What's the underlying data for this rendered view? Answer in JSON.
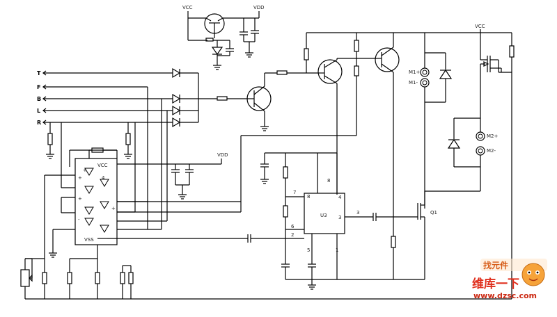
{
  "inputs": [
    "T",
    "F",
    "B",
    "L",
    "R"
  ],
  "supply": {
    "vcc_reg": "VCC",
    "vdd_out": "VDD",
    "vdd_reg": "VDD",
    "vcc_right": "VCC",
    "vcc_ic": "VCC",
    "vss_ic": "VSS"
  },
  "motors": {
    "m1_plus": "M1+",
    "m1_minus": "M1-",
    "m2_plus": "M2+",
    "m2_minus": "M2-"
  },
  "timer": {
    "name": "U3",
    "pin_top_left": "7",
    "pin_top_left2": "8",
    "pin_top": "8",
    "pin_right_top": "4",
    "pin_out": "3",
    "pin_6": "6",
    "pin_2": "2",
    "pin_5": "5",
    "pin_1": "1",
    "pin_3_label": "3"
  },
  "mosfet": {
    "name": "Q1"
  },
  "watermark": {
    "brand_cn": "维库一下",
    "brand_top": "找元件",
    "url": "www.dzsc.com"
  }
}
